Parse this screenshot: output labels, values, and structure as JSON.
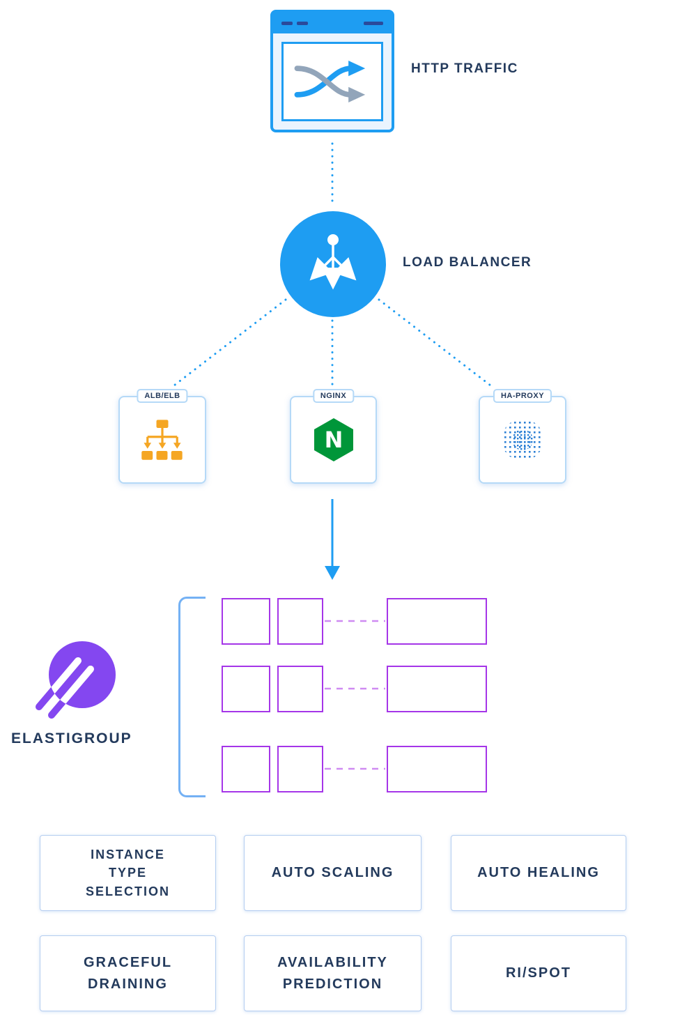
{
  "diagram": {
    "http_traffic": {
      "label": "HTTP TRAFFIC",
      "icon": "browser-shuffle-arrows-icon"
    },
    "load_balancer": {
      "label": "LOAD BALANCER",
      "icon": "traffic-split-arrows-icon"
    },
    "balancers": [
      {
        "label": "ALB/ELB",
        "icon": "alb-elb-distribution-tree-icon"
      },
      {
        "label": "NGINX",
        "icon": "nginx-logo-icon",
        "logo_letter": "N"
      },
      {
        "label": "HA-PROXY",
        "icon": "haproxy-dotted-sphere-icon"
      }
    ],
    "elastigroup": {
      "label": "ELASTIGROUP",
      "icon": "spot-elastigroup-logo"
    },
    "features": [
      {
        "label": "INSTANCE\nTYPE\nSELECTION"
      },
      {
        "label": "AUTO SCALING"
      },
      {
        "label": "AUTO HEALING"
      },
      {
        "label": "GRACEFUL\nDRAINING"
      },
      {
        "label": "AVAILABILITY\nPREDICTION"
      },
      {
        "label": "RI/SPOT"
      }
    ],
    "colors": {
      "blue": "#1e9df2",
      "navy": "#233a5c",
      "purple": "#a535e8",
      "logo_purple": "#8447f0",
      "orange": "#f5a623",
      "nginx_green": "#009639",
      "haproxy_blue": "#2b7fd4",
      "light_blue_border": "#b5d9f7"
    }
  }
}
